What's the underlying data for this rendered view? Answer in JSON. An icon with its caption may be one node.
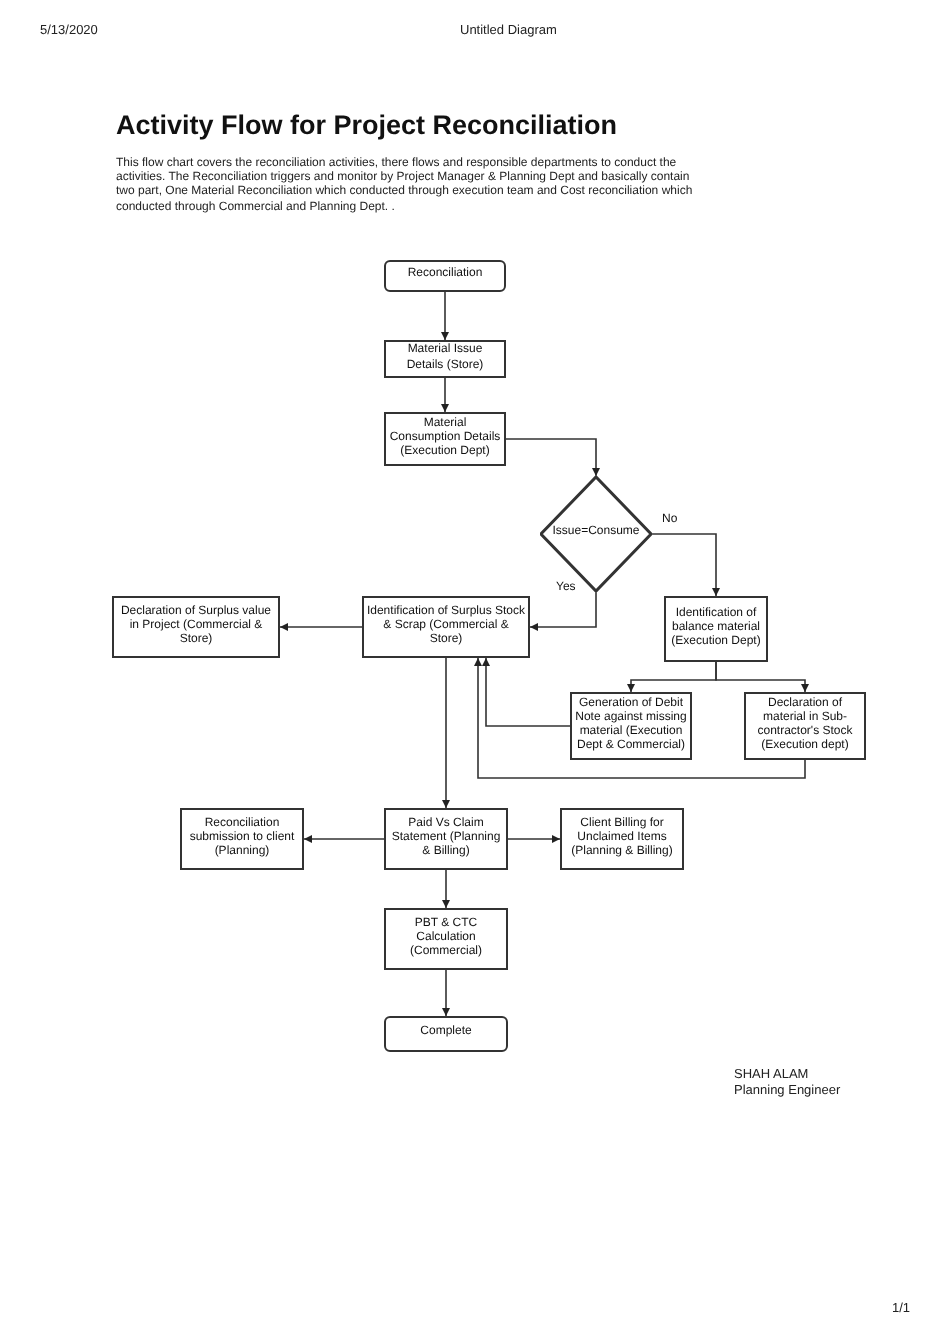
{
  "diagram": {
    "title": "Activity Flow for Project Reconciliation",
    "nodes": [
      {
        "text": [
          "Reconciliation"
        ]
      },
      {
        "text": [
          "Material Issue Details (Store)"
        ]
      },
      {
        "text": [
          "Material Consumption Details (Execution Dept)"
        ]
      },
      {
        "text": [
          "Issue=Consume"
        ]
      },
      {
        "text": [
          "Declaration of Surplus value in Project (Commercial & Store)"
        ]
      },
      {
        "text": [
          "Identification of Surplus Stock & Scrap (Commercial & Store)"
        ]
      },
      {
        "text": [
          "Identification of balance material (Execution Dept)"
        ]
      },
      {
        "text": [
          "Generation of Debit Note against missing material (Execution Dept & Commercial)"
        ]
      },
      {
        "text": [
          "Declaration of material in Sub-contractor's Stock (Execution dept)"
        ]
      },
      {
        "text": [
          "Reconciliation submission to client (Planning)"
        ]
      },
      {
        "text": [
          "Paid Vs Claim Statement (Planning & Billing)"
        ]
      },
      {
        "text": [
          "Client Billing for Unclaimed Items (Planning & Billing)"
        ]
      },
      {
        "text": [
          "PBT & CTC Calculation (Commercial)"
        ]
      },
      {
        "text": [
          "Complete"
        ]
      }
    ],
    "edges": [
      {
        "from": 0,
        "to": 1,
        "arrow": "to"
      },
      {
        "from": 1,
        "to": 2,
        "arrow": "to"
      },
      {
        "from": 2,
        "to": 3,
        "arrow": "to"
      },
      {
        "from": 3,
        "to": 5,
        "arrow": "to",
        "label": "Yes"
      },
      {
        "from": 3,
        "to": 6,
        "arrow": "to",
        "label": "No"
      },
      {
        "from": 5,
        "to": 4,
        "arrow": "to"
      },
      {
        "from": 6,
        "to": 7,
        "arrow": "to"
      },
      {
        "from": 6,
        "to": 8,
        "arrow": "to"
      },
      {
        "from": 7,
        "to": 5,
        "arrow": "to"
      },
      {
        "from": 8,
        "to": 5,
        "arrow": "to"
      },
      {
        "from": 5,
        "to": 10,
        "arrow": "to"
      },
      {
        "from": 10,
        "to": 9,
        "arrow": "to"
      },
      {
        "from": 10,
        "to": 11,
        "arrow": "to"
      },
      {
        "from": 10,
        "to": 12,
        "arrow": "to"
      },
      {
        "from": 12,
        "to": 13,
        "arrow": "to"
      }
    ],
    "labels": [
      "5/13/2020",
      "Untitled Diagram",
      "This flow chart covers the reconciliation activities, there flows and responsible departments to conduct the activities. The Reconciliation triggers and monitor by Project Manager & Planning Dept and basically contain two part, One Material Reconciliation which conducted through execution team and Cost reconciliation which conducted through Commercial and Planning Dept. .",
      "SHAH ALAM",
      "Planning Engineer",
      "1/1"
    ]
  }
}
